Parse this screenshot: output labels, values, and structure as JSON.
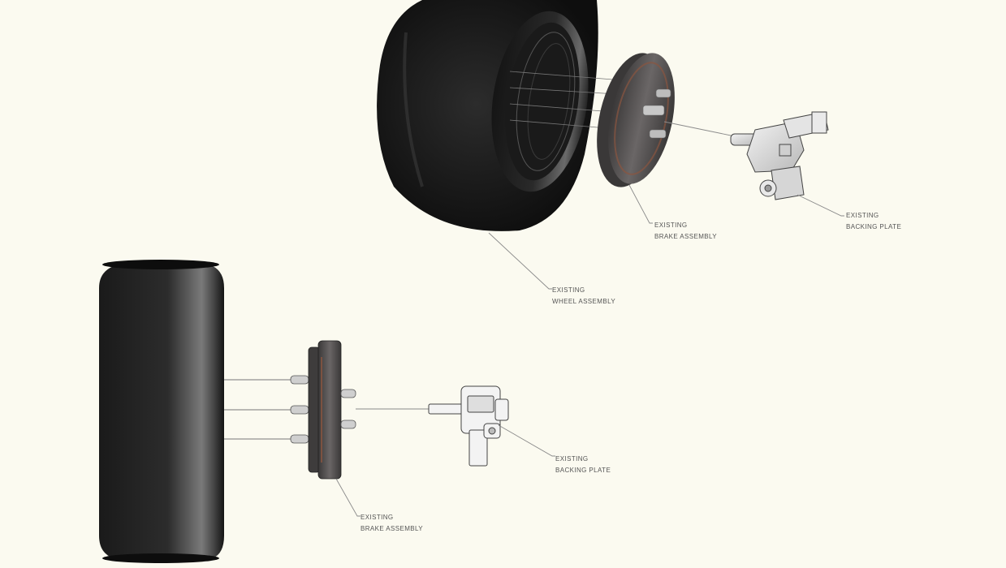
{
  "diagram": {
    "views": [
      {
        "name": "isometric-view",
        "callouts": {
          "brake": [
            "EXISTING",
            "BRAKE ASSEMBLY"
          ],
          "backing": [
            "EXISTING",
            "BACKING PLATE"
          ],
          "wheel": [
            "EXISTING",
            "WHEEL ASSEMBLY"
          ]
        }
      },
      {
        "name": "side-view",
        "callouts": {
          "backing": [
            "EXISTING",
            "BACKING PLATE"
          ],
          "brake": [
            "EXISTING",
            "BRAKE ASSEMBLY"
          ]
        }
      }
    ],
    "colors": {
      "background": "#fbfaf0",
      "tire": "#1c1c1c",
      "brake_plate": "#4d4b4b",
      "brake_accent": "#8a5540",
      "backing_plate": "#d9d9d9"
    }
  }
}
